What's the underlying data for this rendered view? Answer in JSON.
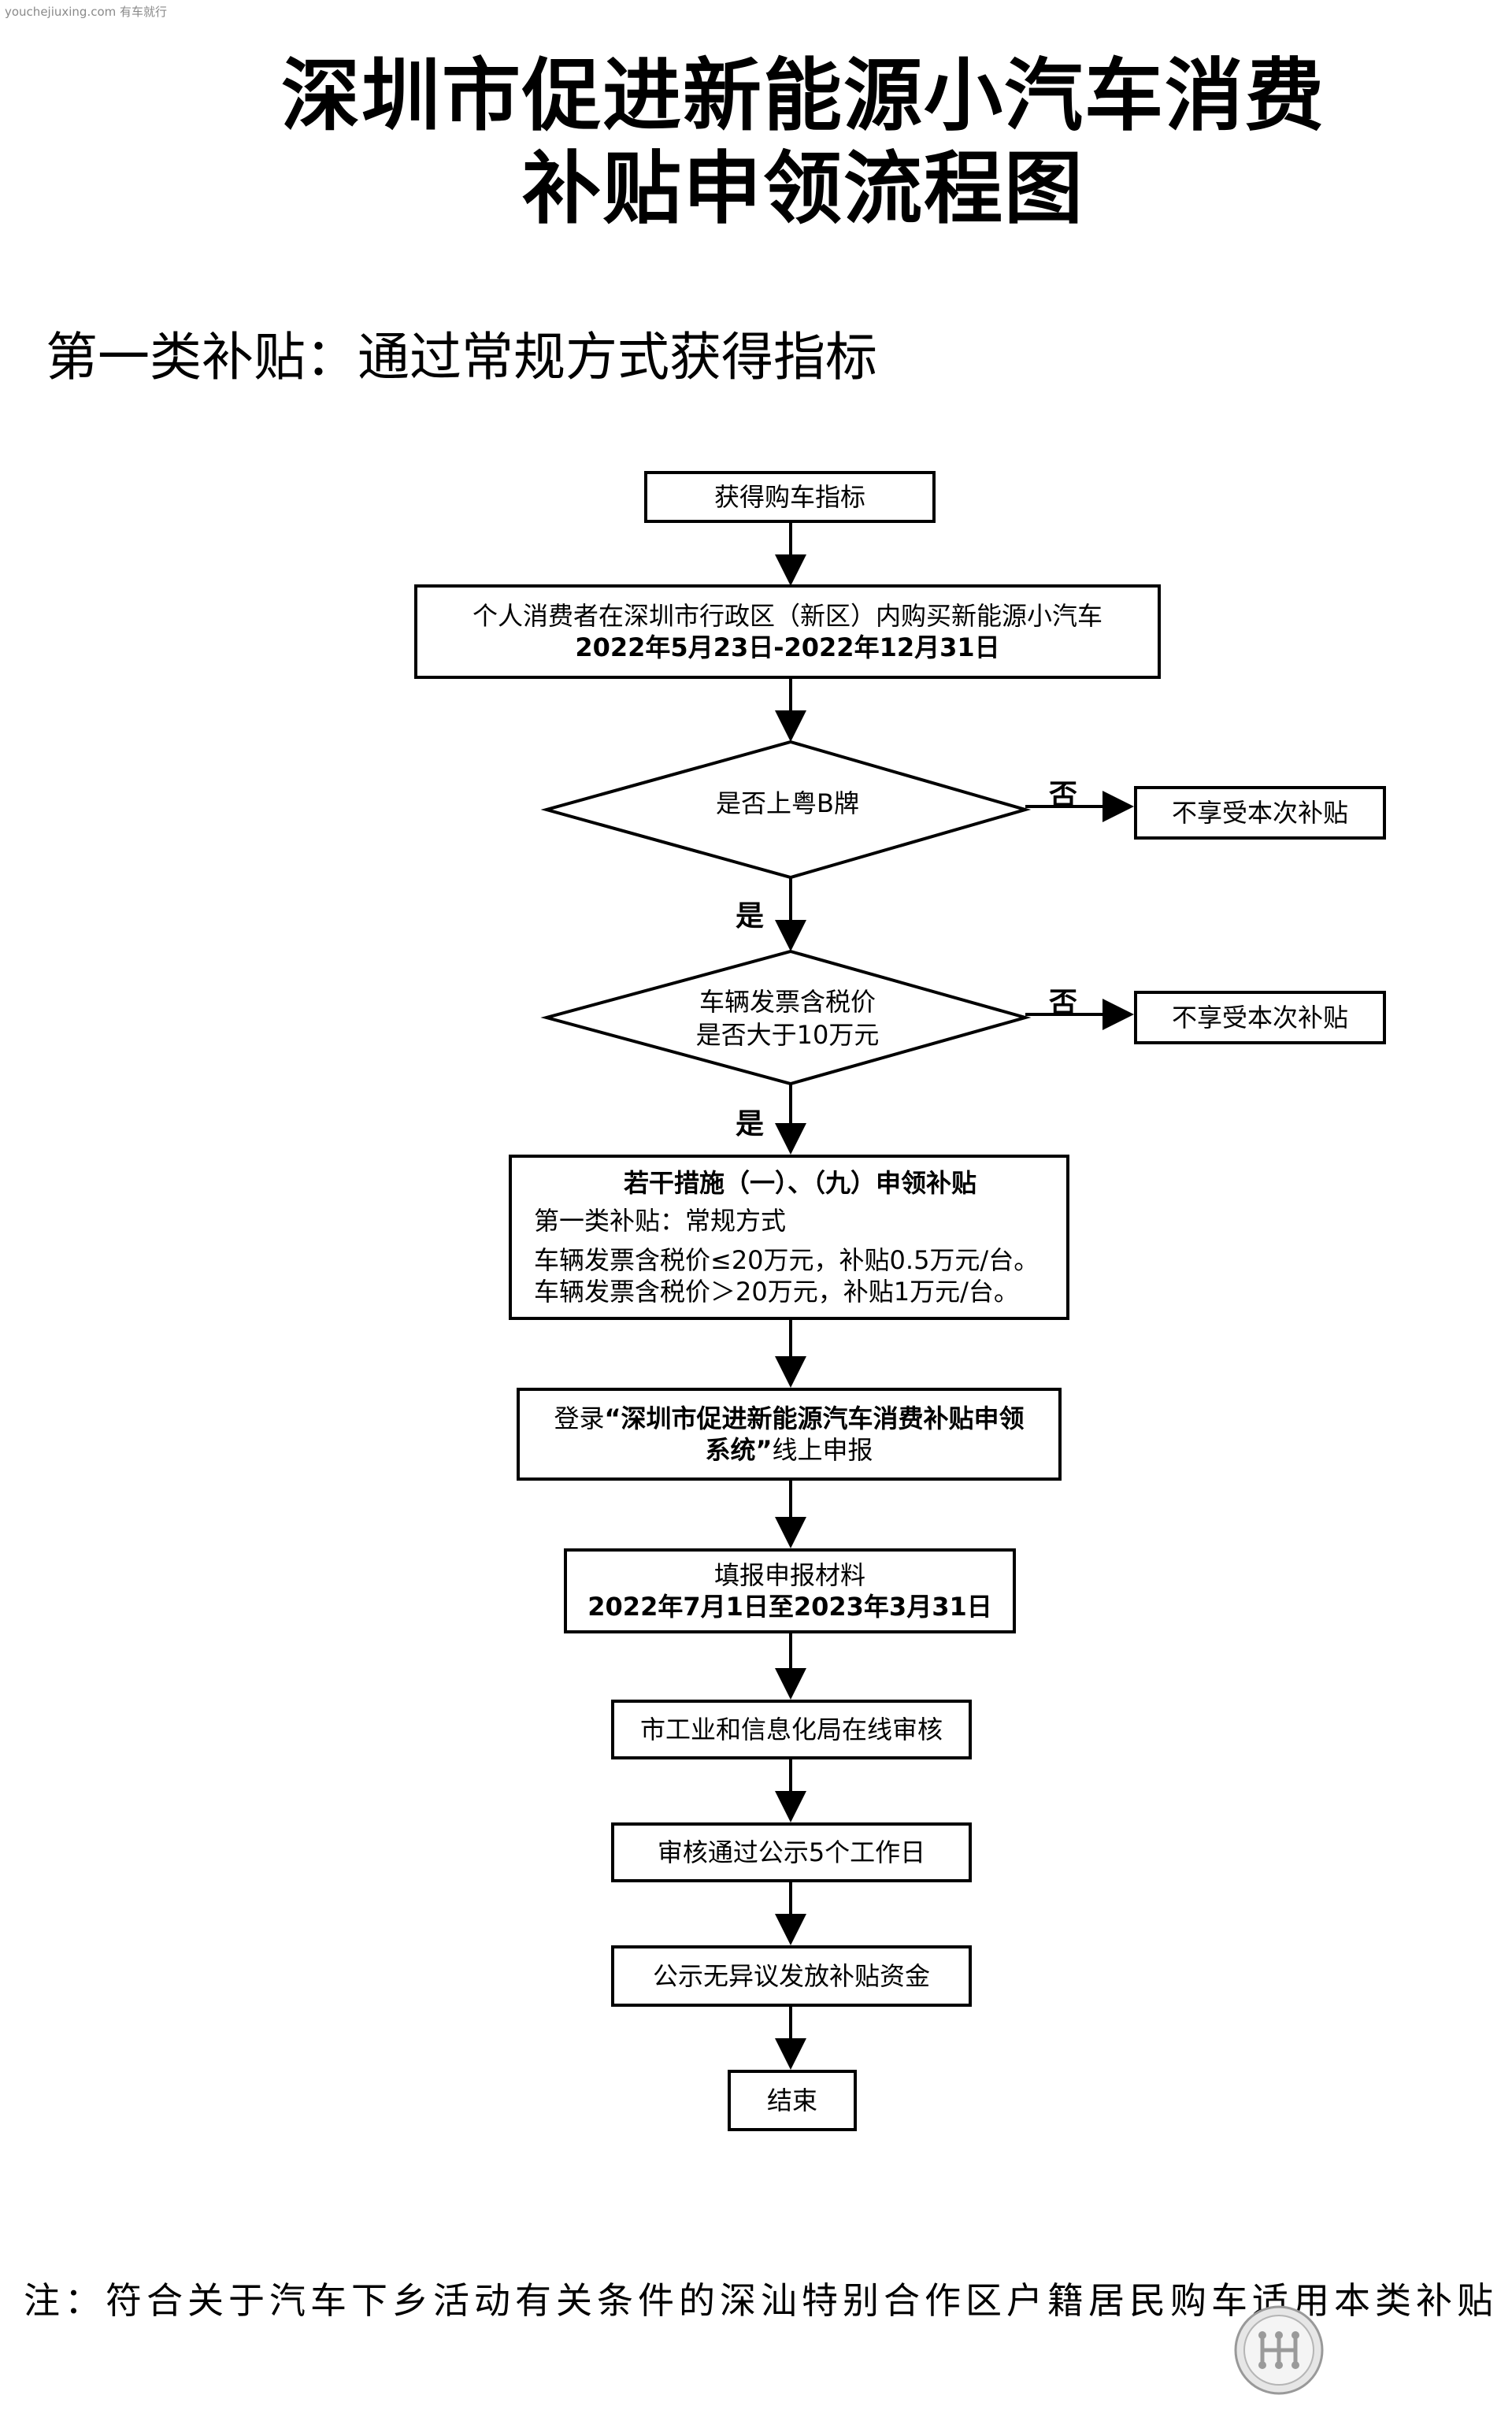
{
  "watermark": "youchejiuxing.com 有车就行",
  "title": {
    "line1": "深圳市促进新能源小汽车消费",
    "line2": "补贴申领流程图"
  },
  "section_title": "第一类补贴：通过常规方式获得指标",
  "nodes": {
    "start": "获得购车指标",
    "purchase": {
      "line1": "个人消费者在深圳市行政区（新区）内购买新能源小汽车",
      "line2": "2022年5月23日-2022年12月31日"
    },
    "decision1": "是否上粤B牌",
    "decision2": {
      "line1": "车辆发票含税价",
      "line2": "是否大于10万元"
    },
    "no_subsidy_1": "不享受本次补贴",
    "no_subsidy_2": "不享受本次补贴",
    "measures": {
      "heading": "若干措施（一）、（九）申领补贴",
      "line1": "第一类补贴：常规方式",
      "line2": "车辆发票含税价≤20万元，补贴0.5万元/台。",
      "line3": "车辆发票含税价＞20万元，补贴1万元/台。"
    },
    "login": {
      "prefix": "登录",
      "bold1": "“深圳市促进新能源汽车消费补贴申领",
      "bold2": "系统”",
      "suffix": "线上申报"
    },
    "fill": {
      "line1": "填报申报材料",
      "line2": "2022年7月1日至2023年3月31日"
    },
    "review": "市工业和信息化局在线审核",
    "publicity": "审核通过公示5个工作日",
    "fund": "公示无异议发放补贴资金",
    "end": "结束"
  },
  "labels": {
    "yes": "是",
    "no": "否"
  },
  "note": "注：符合关于汽车下乡活动有关条件的深汕特别合作区户籍居民购车适用本类补贴"
}
